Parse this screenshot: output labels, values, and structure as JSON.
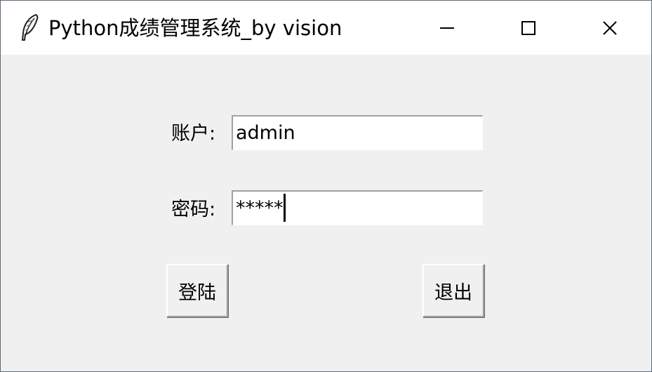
{
  "window": {
    "title": "Python成绩管理系统_by vision",
    "icons": {
      "app": "feather-icon",
      "minimize": "minimize-icon",
      "maximize": "maximize-icon",
      "close": "close-icon"
    }
  },
  "form": {
    "account_label": "账户:",
    "account_value": "admin",
    "password_label": "密码:",
    "password_value": "*****"
  },
  "buttons": {
    "login": "登陆",
    "quit": "退出"
  }
}
